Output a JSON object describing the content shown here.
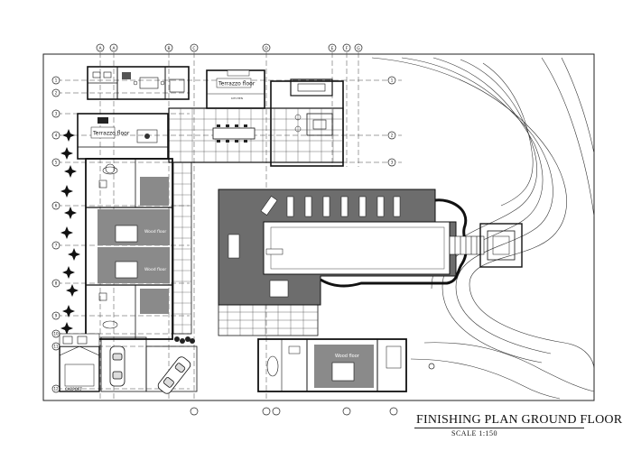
{
  "drawing": {
    "title": "FINISHING PLAN GROUND FLOOR",
    "scale": "SCALE 1:150"
  },
  "grid": {
    "top_bubbles": [
      "A",
      "A",
      "B",
      "C",
      "D",
      "E",
      "F",
      "G"
    ],
    "left_bubbles": [
      "1",
      "2",
      "3",
      "4",
      "5",
      "6",
      "7",
      "8",
      "9",
      "10",
      "11",
      "12"
    ],
    "right_bubbles": [
      "1",
      "2",
      "3"
    ]
  },
  "rooms": {
    "terrace_left": "Terrazzo floor",
    "terrace_top": "Terrazzo floor",
    "wood_floor_1": "Wood floor",
    "wood_floor_2": "Wood floor",
    "wood_floor_3": "Wood floor",
    "carport": "CARPORT"
  }
}
